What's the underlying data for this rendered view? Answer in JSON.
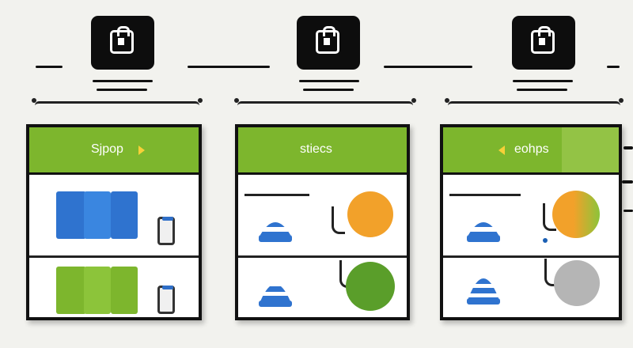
{
  "panels": [
    {
      "title": "Sjpop",
      "arrow": "right"
    },
    {
      "title": "stiecs",
      "arrow": "none"
    },
    {
      "title": "eohps",
      "arrow": "left"
    }
  ],
  "colors": {
    "header_green": "#7db62d",
    "blue": "#2f73cf",
    "orange": "#f2a12a",
    "green": "#5a9e2a",
    "gray": "#b5b5b5",
    "arrow_yellow": "#f7d038"
  },
  "icons": {
    "top_icons": [
      "clipboard-icon",
      "clipboard-icon",
      "clipboard-icon"
    ]
  }
}
